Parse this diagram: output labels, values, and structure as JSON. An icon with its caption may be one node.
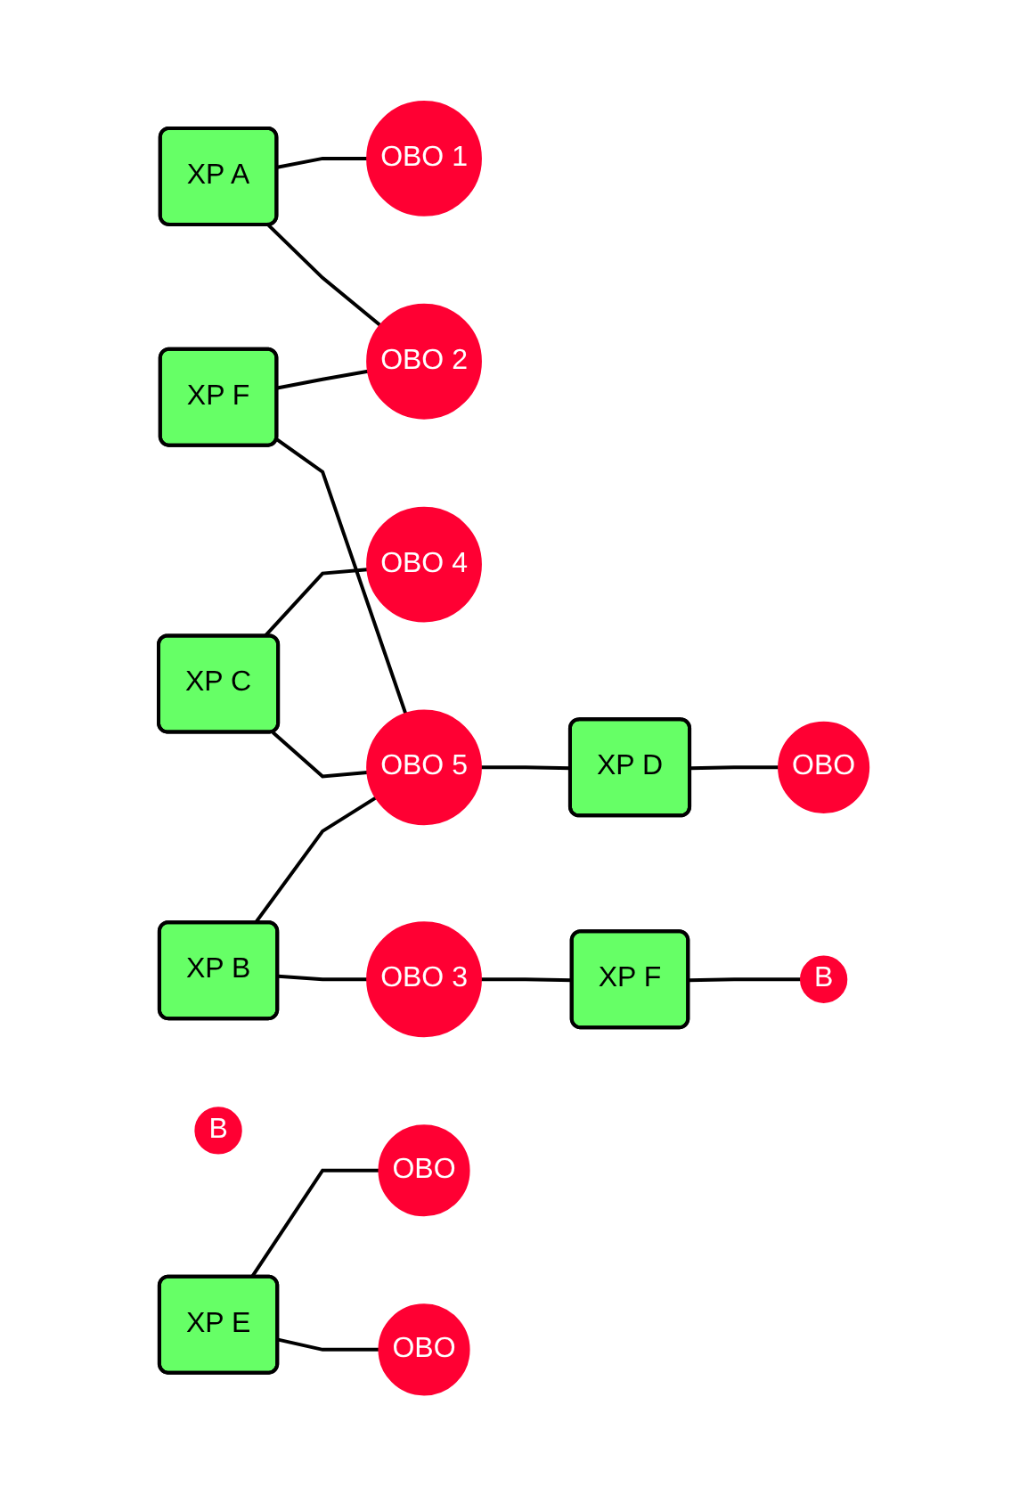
{
  "diagram": {
    "nodes": [
      {
        "text": [
          "XP A"
        ]
      },
      {
        "text": [
          "OBO 2"
        ]
      },
      {
        "text": [
          "OBO 1"
        ]
      },
      {
        "text": [
          "XP F"
        ]
      },
      {
        "text": [
          "XP B"
        ]
      },
      {
        "text": [
          "XP C"
        ]
      },
      {
        "text": [
          "OBO 3"
        ]
      },
      {
        "text": [
          "OBO 4"
        ]
      },
      {
        "text": [
          "OBO 5"
        ]
      },
      {
        "text": [
          "XP F"
        ]
      },
      {
        "text": [
          "XP D"
        ]
      },
      {
        "text": [
          "B"
        ]
      },
      {
        "text": [
          "OBO"
        ]
      },
      {
        "text": [
          "OBO"
        ]
      },
      {
        "text": [
          "OBO"
        ]
      },
      {
        "text": [
          "B"
        ]
      },
      {
        "text": [
          "XP E"
        ]
      }
    ],
    "edges": [
      {
        "from": 0,
        "to": 2,
        "arrow": "none"
      },
      {
        "from": 0,
        "to": 1,
        "arrow": "none"
      },
      {
        "from": 3,
        "to": 1,
        "arrow": "none"
      },
      {
        "from": 3,
        "to": 8,
        "arrow": "none"
      },
      {
        "from": 4,
        "to": 8,
        "arrow": "none"
      },
      {
        "from": 4,
        "to": 6,
        "arrow": "none"
      },
      {
        "from": 6,
        "to": 9,
        "arrow": "none"
      },
      {
        "from": 5,
        "to": 7,
        "arrow": "none"
      },
      {
        "from": 5,
        "to": 8,
        "arrow": "none"
      },
      {
        "from": 8,
        "to": 10,
        "arrow": "none"
      },
      {
        "from": 10,
        "to": 12,
        "arrow": "none"
      },
      {
        "from": 9,
        "to": 15,
        "arrow": "none"
      },
      {
        "from": 16,
        "to": 13,
        "arrow": "none"
      },
      {
        "from": 16,
        "to": 14,
        "arrow": "none"
      }
    ]
  }
}
